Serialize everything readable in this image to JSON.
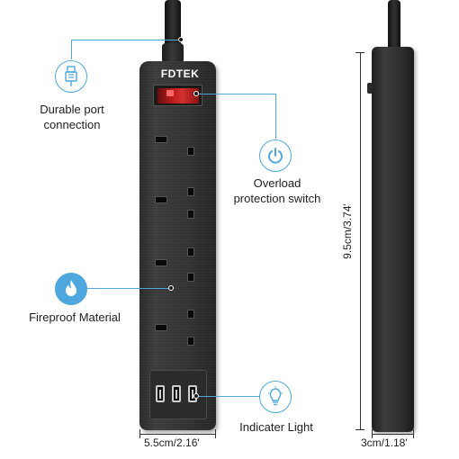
{
  "product": {
    "brand": "FDTEK"
  },
  "features": {
    "durable_port": {
      "line1": "Durable port",
      "line2": "connection",
      "icon": "usb-plug-icon"
    },
    "overload": {
      "line1": "Overload",
      "line2": "protection switch",
      "icon": "power-icon"
    },
    "fireproof": {
      "label": "Fireproof Material",
      "icon": "flame-icon"
    },
    "indicator": {
      "label": "Indicater Light",
      "icon": "light-bulb-icon"
    }
  },
  "dimensions": {
    "width": "5.5cm/2.16'",
    "height": "9.5cm/3.74'",
    "depth": "3cm/1.18'"
  },
  "colors": {
    "accent": "#4ea8de",
    "body": "#333333",
    "switch": "#c01d1d"
  }
}
